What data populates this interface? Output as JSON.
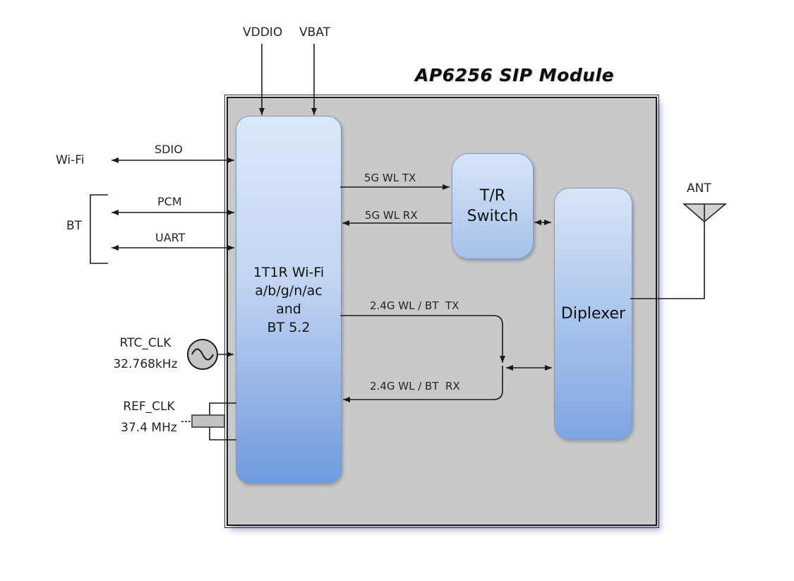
{
  "title": "AP6256 SIP Module",
  "power": {
    "vddio": "VDDIO",
    "vbat": "VBAT"
  },
  "left_interfaces": {
    "wifi": "Wi-Fi",
    "sdio": "SDIO",
    "bt": "BT",
    "pcm": "PCM",
    "uart": "UART"
  },
  "clocks": {
    "rtc": "RTC_CLK\n32.768kHz",
    "ref": "REF_CLK\n37.4 MHz"
  },
  "blocks": {
    "combo": "1T1R Wi-Fi\na/b/g/n/ac\nand\nBT 5.2",
    "tr_switch": "T/R\nSwitch",
    "diplexer": "Diplexer"
  },
  "rf_paths": {
    "tx_5g": "5G WL TX",
    "rx_5g": "5G WL RX",
    "tx_24g": "2.4G WL / BT  TX",
    "rx_24g": "2.4G WL / BT  RX"
  },
  "antenna": {
    "label": "ANT"
  },
  "colors": {
    "module_fill": "#c9c9c9",
    "block_gradient_top": "#dbe8fa",
    "block_gradient_bottom": "#6f9add",
    "wire": "#1a1a1a"
  }
}
